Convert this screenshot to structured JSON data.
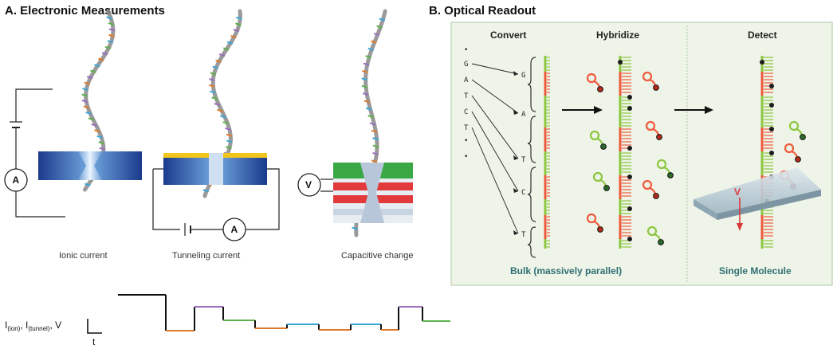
{
  "panelA": {
    "title": "A. Electronic Measurements",
    "captions": [
      "Ionic current",
      "Tunneling current",
      "Capacitive change"
    ],
    "meters": {
      "ammeter": "A",
      "voltmeter": "V"
    },
    "trace": {
      "ylabel_main": "I",
      "ylabel_sub1": "(ion)",
      "ylabel_sep": ", I",
      "ylabel_sub2": "(tunnel)",
      "ylabel_end": ", V",
      "xlabel": "t",
      "colors": [
        "#111111",
        "#e07a2a",
        "#111111",
        "#9a6fc0",
        "#111111",
        "#5db04a",
        "#111111",
        "#e07a2a",
        "#111111",
        "#3aa6d6",
        "#111111",
        "#e07a2a",
        "#111111",
        "#3aa6d6",
        "#111111",
        "#e07a2a",
        "#111111",
        "#9a6fc0",
        "#111111",
        "#5db04a"
      ]
    }
  },
  "panelB": {
    "title": "B. Optical Readout",
    "headers": [
      "Convert",
      "Hybridize",
      "Detect"
    ],
    "sequence": [
      "•",
      "G",
      "A",
      "T",
      "C",
      "T",
      "•",
      "•"
    ],
    "converted": [
      "G",
      "A",
      "T",
      "C",
      "T"
    ],
    "footer_left": "Bulk  (massively parallel)",
    "footer_right": "Single Molecule",
    "voltage_label": "V"
  },
  "colors": {
    "panel_bg": "#eef4e8",
    "panel_border": "#a9c7a3",
    "strand_green": "#8cc63f",
    "strand_red": "#ef5a3c",
    "membrane_blue": "#1f3f8f",
    "gold": "#f2c51c",
    "footer_teal": "#2f6f73"
  }
}
